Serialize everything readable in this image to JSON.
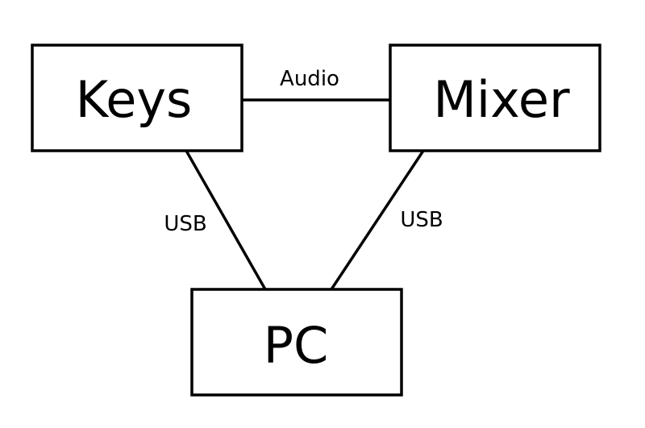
{
  "nodes": {
    "keys": {
      "label": "Keys"
    },
    "mixer": {
      "label": "Mixer"
    },
    "pc": {
      "label": "PC"
    }
  },
  "edges": {
    "keys_mixer": {
      "label": "Audio"
    },
    "keys_pc": {
      "label": "USB"
    },
    "mixer_pc": {
      "label": "USB"
    }
  },
  "colors": {
    "stroke": "#000000",
    "background": "#ffffff"
  }
}
